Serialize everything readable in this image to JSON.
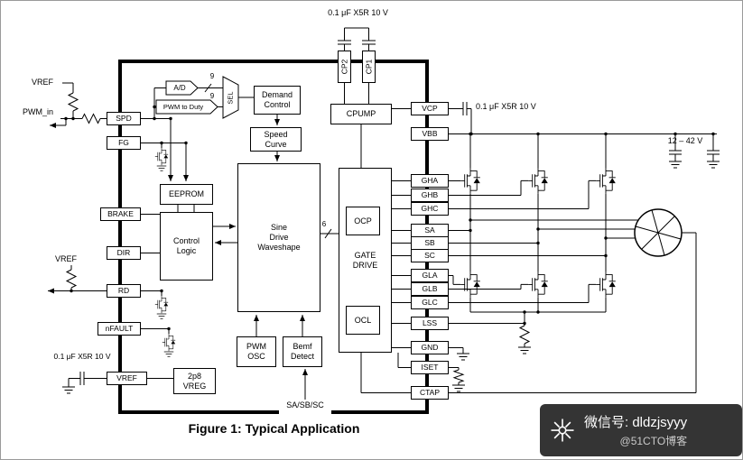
{
  "caption": "Figure 1: Typical Application",
  "pins": {
    "spd": "SPD",
    "fg": "FG",
    "brake": "BRAKE",
    "dir": "DIR",
    "rd": "RD",
    "nfault": "nFAULT",
    "vref": "VREF",
    "cp2": "CP2",
    "cp1": "CP1",
    "vcp": "VCP",
    "vbb": "VBB",
    "gha": "GHA",
    "ghb": "GHB",
    "ghc": "GHC",
    "sa": "SA",
    "sb": "SB",
    "sc": "SC",
    "gla": "GLA",
    "glb": "GLB",
    "glc": "GLC",
    "lss": "LSS",
    "gnd": "GND",
    "iset": "ISET",
    "ctap": "CTAP"
  },
  "blocks": {
    "ad": "A/D",
    "pwm_to_duty": "PWM to Duty",
    "sel": "SEL",
    "demand_control": "Demand\nControl",
    "speed_curve": "Speed\nCurve",
    "sine_drive": "Sine\nDrive\nWaveshape",
    "eeprom": "EEPROM",
    "control_logic": "Control\nLogic",
    "pwm_osc": "PWM\nOSC",
    "bemf_detect": "Bemf\nDetect",
    "vreg": "2p8\nVREG",
    "cpump": "CPUMP",
    "gate_drive": "GATE\nDRIVE",
    "ocp": "OCP",
    "ocl": "OCL"
  },
  "labels": {
    "vref_top": "VREF",
    "pwm_in": "PWM_in",
    "vref_mid": "VREF",
    "cap_top": "0.1 μF X5R 10 V",
    "cap_vcp": "0.1 μF X5R 10 V",
    "cap_left": "0.1 μF X5R 10 V",
    "supply": "12 – 42 V",
    "sasbsc": "SA/SB/SC",
    "bus9_a": "9",
    "bus9_b": "9",
    "bus6": "6"
  },
  "watermark": {
    "icon": "snowflake-icon",
    "line1": "微信号: dldzjsyyy",
    "line2": "@51CTO博客"
  }
}
